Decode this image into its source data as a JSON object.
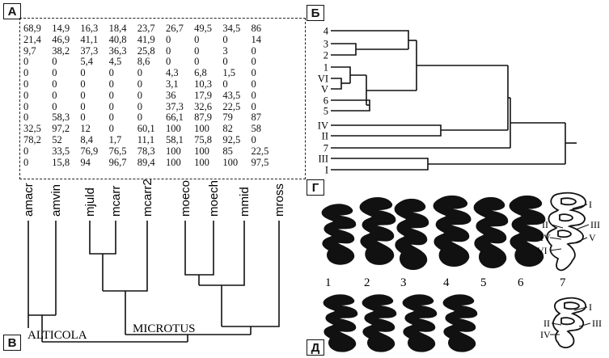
{
  "panels": {
    "a": {
      "letter": "А"
    },
    "b": {
      "letter": "Б"
    },
    "c": {
      "letter": "В"
    },
    "d": {
      "letter": "Г"
    },
    "e": {
      "letter": "Д"
    }
  },
  "matrix": {
    "rows": [
      [
        "68,9",
        "14,9",
        "16,3",
        "18,4",
        "23,7",
        "26,7",
        "49,5",
        "34,5",
        "86"
      ],
      [
        "21,4",
        "46,9",
        "41,1",
        "40,8",
        "41,9",
        "0",
        "0",
        "0",
        "14"
      ],
      [
        "9,7",
        "38,2",
        "37,3",
        "36,3",
        "25,8",
        "0",
        "0",
        "3",
        "0"
      ],
      [
        "0",
        "0",
        "5,4",
        "4,5",
        "8,6",
        "0",
        "0",
        "0",
        "0"
      ],
      [
        "0",
        "0",
        "0",
        "0",
        "0",
        "4,3",
        "6,8",
        "1,5",
        "0"
      ],
      [
        "0",
        "0",
        "0",
        "0",
        "0",
        "3,1",
        "10,3",
        "0",
        "0"
      ],
      [
        "0",
        "0",
        "0",
        "0",
        "0",
        "36",
        "17,9",
        "43,5",
        "0"
      ],
      [
        "0",
        "0",
        "0",
        "0",
        "0",
        "37,3",
        "32,6",
        "22,5",
        "0"
      ],
      [
        "0",
        "58,3",
        "0",
        "0",
        "0",
        "66,1",
        "87,9",
        "79",
        "87"
      ],
      [
        "32,5",
        "97,2",
        "12",
        "0",
        "60,1",
        "100",
        "100",
        "82",
        "58"
      ],
      [
        "78,2",
        "52",
        "8,4",
        "1,7",
        "11,1",
        "58,1",
        "75,8",
        "92,5",
        "0"
      ],
      [
        "0",
        "33,5",
        "76,9",
        "76,5",
        "78,3",
        "100",
        "100",
        "85",
        "22,5"
      ],
      [
        "0",
        "15,8",
        "94",
        "96,7",
        "89,4",
        "100",
        "100",
        "100",
        "97,5"
      ]
    ]
  },
  "dendrogram_b": {
    "leaves": [
      "4",
      "3",
      "2",
      "1",
      "VI",
      "V",
      "6",
      "5",
      "IV",
      "II",
      "7",
      "III",
      "I"
    ]
  },
  "dendrogram_c": {
    "species": [
      "amacr",
      "amvin",
      "mjuld",
      "mcarr",
      "mcarr2",
      "moeco",
      "moech",
      "mmid",
      "mross"
    ],
    "genus_left": "ALTICOLA",
    "genus_right": "MICROTUS"
  },
  "teeth_g": {
    "numbers": [
      "1",
      "2",
      "3",
      "4",
      "5",
      "6",
      "7"
    ],
    "roman_labels": [
      "I",
      "II",
      "III",
      "IV",
      "V",
      "VI"
    ]
  },
  "teeth_d": {
    "roman_labels": [
      "I",
      "II",
      "III",
      "IV"
    ]
  }
}
